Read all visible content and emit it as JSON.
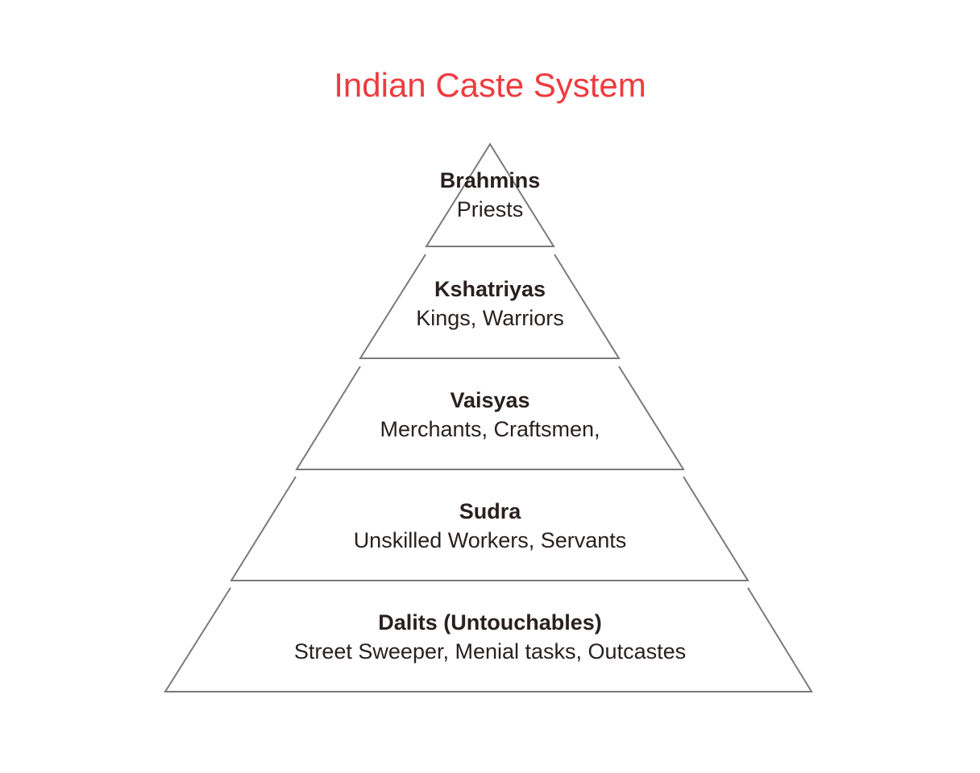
{
  "title": "Indian Caste System",
  "tiers": [
    {
      "name": "Brahmins",
      "description": "Priests"
    },
    {
      "name": "Kshatriyas",
      "description": "Kings, Warriors"
    },
    {
      "name": "Vaisyas",
      "description": "Merchants, Craftsmen,"
    },
    {
      "name": "Sudra",
      "description": "Unskilled Workers, Servants"
    },
    {
      "name": "Dalits (Untouchables)",
      "description": "Street Sweeper, Menial tasks, Outcastes"
    }
  ],
  "colors": {
    "title": "#ee3b3f",
    "text": "#2a2020",
    "lines": "#7a7a7a"
  }
}
